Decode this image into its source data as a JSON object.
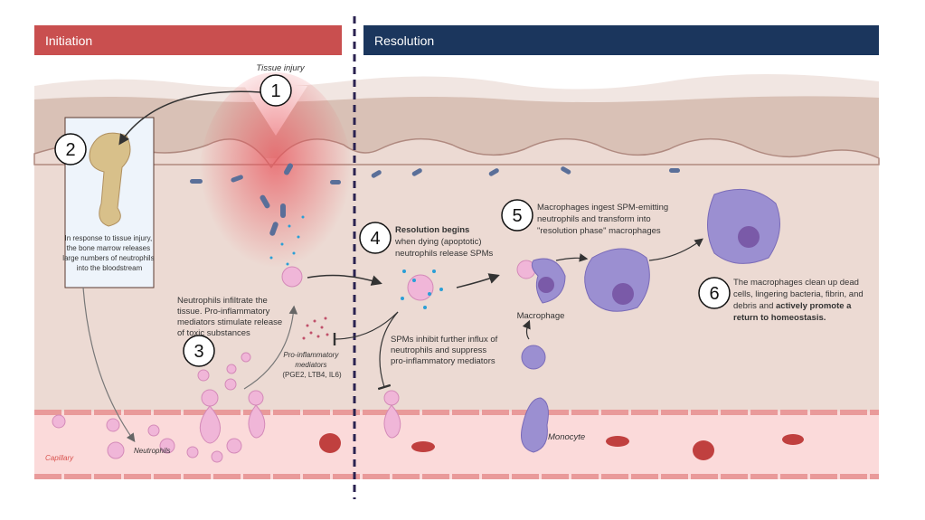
{
  "headers": {
    "initiation": "Initiation",
    "resolution": "Resolution",
    "initiation_color": "#c94f4f",
    "resolution_color": "#1b365d"
  },
  "labels": {
    "tissue_injury": "Tissue injury",
    "capillary": "Capillary",
    "neutrophils": "Neutrophils",
    "macrophage": "Macrophage",
    "monocyte": "Monocyte",
    "pro_inflammatory": [
      "Pro-inflammatory",
      "mediators",
      "(PGE2, LTB4, IL6)"
    ]
  },
  "steps": [
    {
      "number": "1"
    },
    {
      "number": "2",
      "text": [
        "In response to tissue injury,",
        "the bone marrow releases",
        "large numbers of neutrophils",
        "into the bloodstream"
      ]
    },
    {
      "number": "3",
      "text": [
        "Neutrophils infiltrate the",
        "tissue. Pro-inflammatory",
        "mediators stimulate release",
        "of toxic substances"
      ]
    },
    {
      "number": "4",
      "title": "Resolution begins",
      "text": [
        "when dying (apoptotic)",
        "neutrophils release SPMs"
      ]
    },
    {
      "number": "5",
      "text": [
        "Macrophages ingest SPM-emitting",
        "neutrophils and transform into",
        "\"resolution phase\" macrophages"
      ]
    },
    {
      "number": "6",
      "text": [
        "The macrophages clean up dead",
        "cells, lingering bacteria, fibrin, and",
        "debris and "
      ],
      "bold": [
        "actively promote a",
        "return to homeostasis."
      ]
    }
  ],
  "spm_inhibit_text": [
    "SPMs inhibit further influx of",
    "neutrophils and suppress",
    "pro-inflammatory mediators"
  ]
}
